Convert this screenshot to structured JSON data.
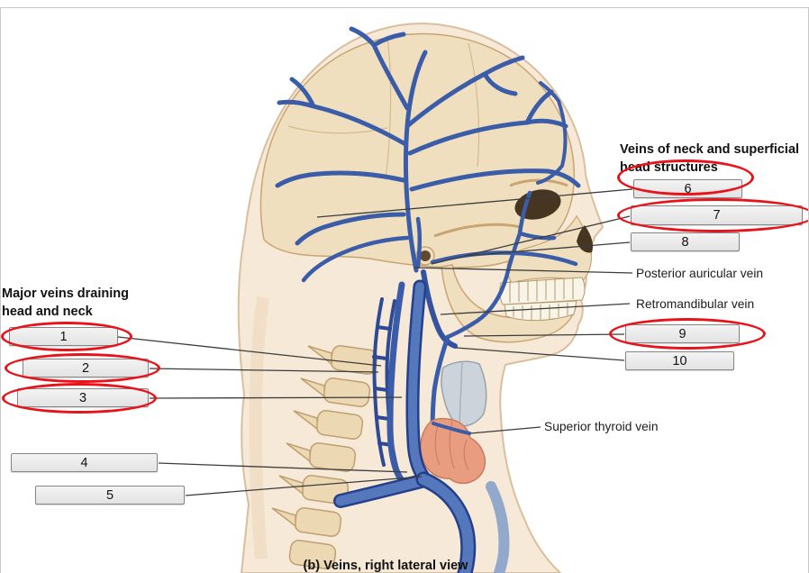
{
  "frame": {
    "caption": "(b) Veins, right lateral view"
  },
  "headings": {
    "left_line1": "Major veins draining",
    "left_line2": "head and neck",
    "right_line1": "Veins of neck and superficial",
    "right_line2": "head structures"
  },
  "answer_boxes": [
    {
      "number": "1",
      "circled": true
    },
    {
      "number": "2",
      "circled": true
    },
    {
      "number": "3",
      "circled": true
    },
    {
      "number": "4",
      "circled": false
    },
    {
      "number": "5",
      "circled": false
    },
    {
      "number": "6",
      "circled": false
    },
    {
      "number": "7",
      "circled": true
    },
    {
      "number": "8",
      "circled": false
    },
    {
      "number": "9",
      "circled": true
    },
    {
      "number": "10",
      "circled": false
    }
  ],
  "vein_labels": [
    {
      "text": "Posterior auricular vein"
    },
    {
      "text": "Retromandibular vein"
    },
    {
      "text": "Superior thyroid vein"
    }
  ],
  "annotations": {
    "circled_boxes": [
      "1",
      "2",
      "3",
      "7",
      "9"
    ],
    "circled_text": "head structures"
  },
  "colors": {
    "annotation_red": "#e8121a",
    "box_fill": "#ececec",
    "box_border": "#858585",
    "vein_blue": "#3b5ca8",
    "vein_dark": "#24408c",
    "vein_light": "#5578bd",
    "skin": "#f6e9d7",
    "bone": "#efdfbf",
    "thyroid_gland": "#e89d80",
    "cartilage": "#ccd3da"
  }
}
